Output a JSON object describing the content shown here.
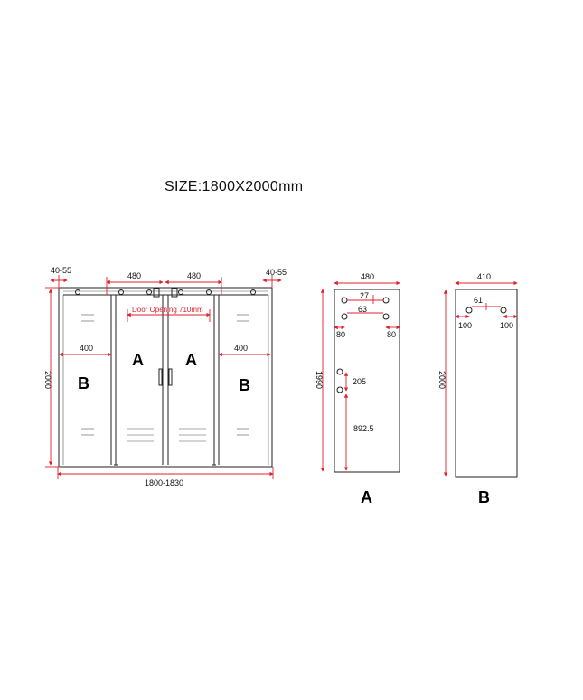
{
  "title": "SIZE:1800X2000mm",
  "front_view": {
    "side_gap_left": "40-55",
    "side_gap_right": "40-55",
    "door_width_left": "480",
    "door_width_right": "480",
    "fixed_panel_left": "400",
    "fixed_panel_right": "400",
    "door_opening": "Door Opening 710mm",
    "height": "2000",
    "total_width": "1800-1830",
    "label_a1": "A",
    "label_a2": "A",
    "label_b1": "B",
    "label_b2": "B"
  },
  "panel_a": {
    "width": "480",
    "hole_spacing_inner": "27",
    "hole_spacing_outer": "63",
    "edge_left": "80",
    "edge_right": "80",
    "height": "1990",
    "handle_spacing": "205",
    "handle_height": "892.5",
    "label": "A"
  },
  "panel_b": {
    "width": "410",
    "hole_spacing": "61",
    "edge_left": "100",
    "edge_right": "100",
    "height": "2000",
    "label": "B"
  }
}
